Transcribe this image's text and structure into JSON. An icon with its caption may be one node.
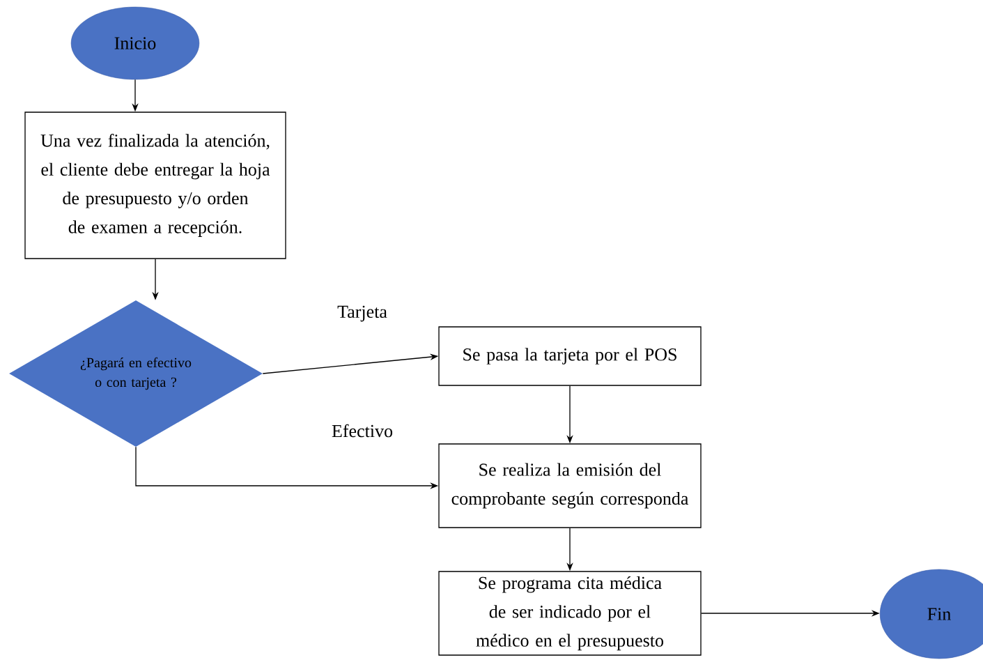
{
  "diagram": {
    "nodes": [
      {
        "text": [
          "Inicio"
        ]
      },
      {
        "text": [
          "Una vez finalizada la atención, el cliente debe entregar la hoja de presupuesto y/o orden de examen a recepción."
        ]
      },
      {
        "text": [
          "¿Pagará en efectivo o con tarjeta ?"
        ]
      },
      {
        "text": [
          "Se pasa la tarjeta por el POS"
        ]
      },
      {
        "text": [
          "Se realiza la emisión del comprobante según corresponda"
        ]
      },
      {
        "text": [
          "Se programa cita médica de ser indicado por el médico en el presupuesto"
        ]
      },
      {
        "text": [
          "Fin"
        ]
      }
    ],
    "edges": [
      {
        "from": 0,
        "to": 1,
        "arrow": "to"
      },
      {
        "from": 1,
        "to": 2,
        "arrow": "to"
      },
      {
        "from": 2,
        "to": 3,
        "arrow": "to",
        "label": "Tarjeta"
      },
      {
        "from": 2,
        "to": 4,
        "arrow": "to",
        "label": "Efectivo"
      },
      {
        "from": 3,
        "to": 4,
        "arrow": "to"
      },
      {
        "from": 4,
        "to": 5,
        "arrow": "to"
      },
      {
        "from": 5,
        "to": 6,
        "arrow": "to"
      }
    ]
  }
}
